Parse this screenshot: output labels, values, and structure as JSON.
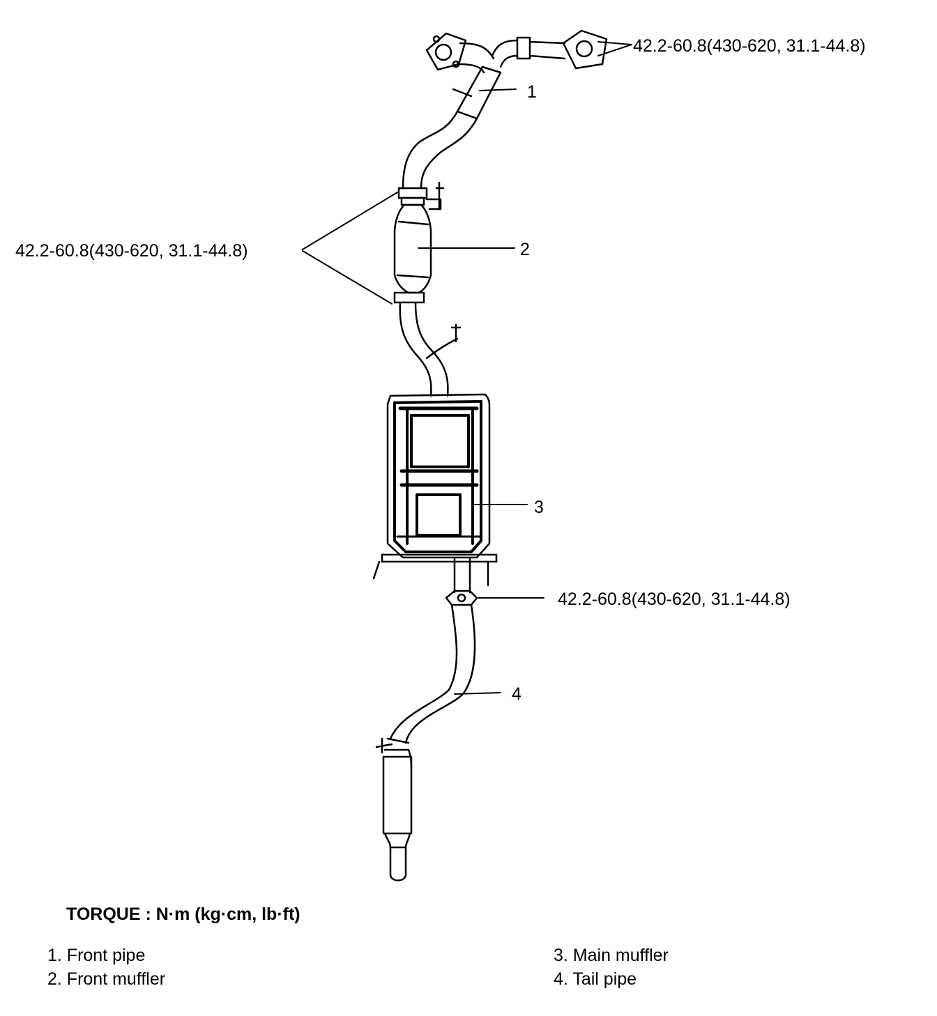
{
  "torque_specs": {
    "top_right": "42.2-60.8(430-620, 31.1-44.8)",
    "left": "42.2-60.8(430-620, 31.1-44.8)",
    "middle_right": "42.2-60.8(430-620, 31.1-44.8)"
  },
  "callouts": [
    "1",
    "2",
    "3",
    "4"
  ],
  "torque_units_title": "TORQUE : N·m (kg·cm, lb·ft)",
  "legend": [
    "1. Front pipe",
    "2. Front muffler",
    "3. Main muffler",
    "4. Tail pipe"
  ]
}
